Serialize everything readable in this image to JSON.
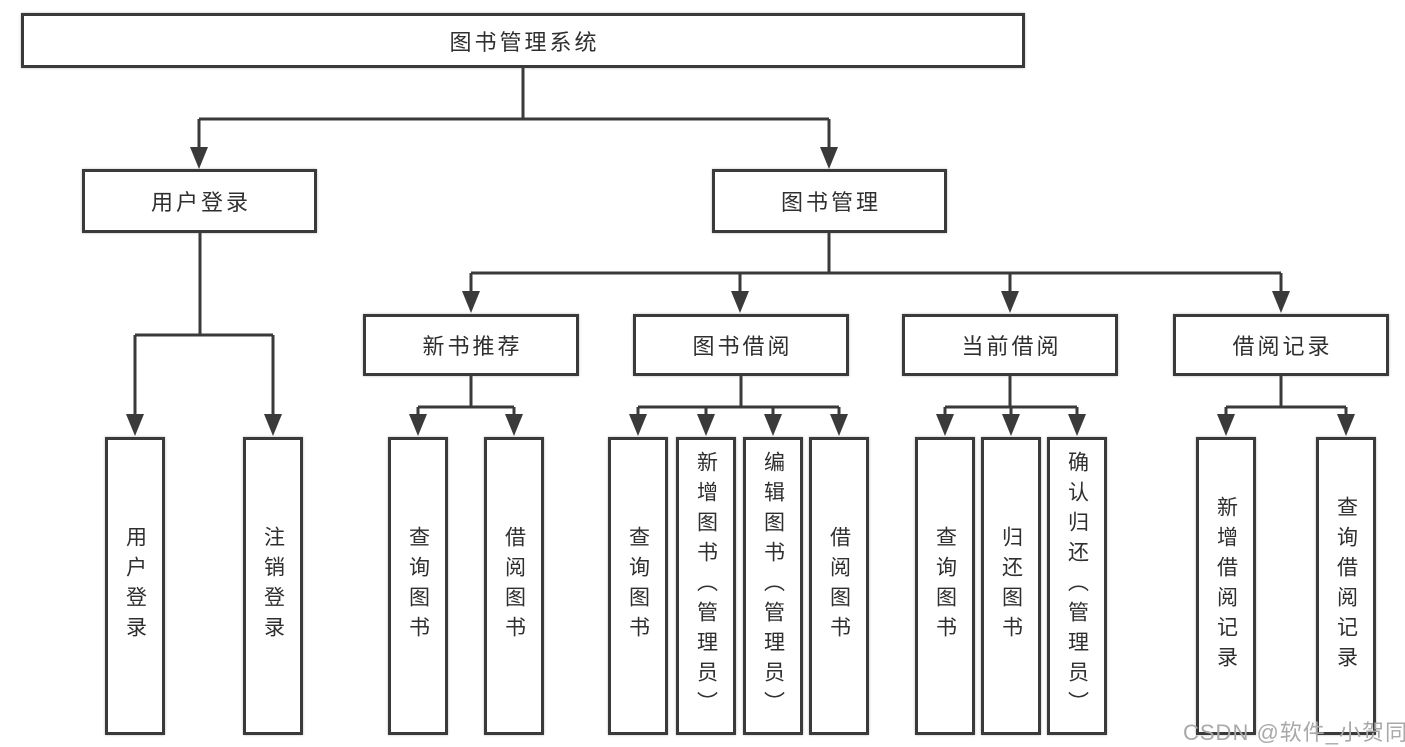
{
  "diagram": {
    "type": "functional-structure-tree",
    "tree": {
      "label": "图书管理系统",
      "children": [
        {
          "label": "用户登录",
          "children": [
            {
              "label": "用户登录"
            },
            {
              "label": "注销登录"
            }
          ]
        },
        {
          "label": "图书管理",
          "children": [
            {
              "label": "新书推荐",
              "children": [
                {
                  "label": "查询图书"
                },
                {
                  "label": "借阅图书"
                }
              ]
            },
            {
              "label": "图书借阅",
              "children": [
                {
                  "label": "查询图书"
                },
                {
                  "label": "新增图书（管理员）"
                },
                {
                  "label": "编辑图书（管理员）"
                },
                {
                  "label": "借阅图书"
                }
              ]
            },
            {
              "label": "当前借阅",
              "children": [
                {
                  "label": "查询图书"
                },
                {
                  "label": "归还图书"
                },
                {
                  "label": "确认归还（管理员）"
                }
              ]
            },
            {
              "label": "借阅记录",
              "children": [
                {
                  "label": "新增借阅记录"
                },
                {
                  "label": "查询借阅记录"
                }
              ]
            }
          ]
        }
      ]
    }
  },
  "watermark": "CSDN @软件_小贺同学",
  "colors": {
    "line": "#3a3a3a",
    "text": "#2f2f2f",
    "watermark": "#a9a9a9",
    "background": "#ffffff"
  }
}
